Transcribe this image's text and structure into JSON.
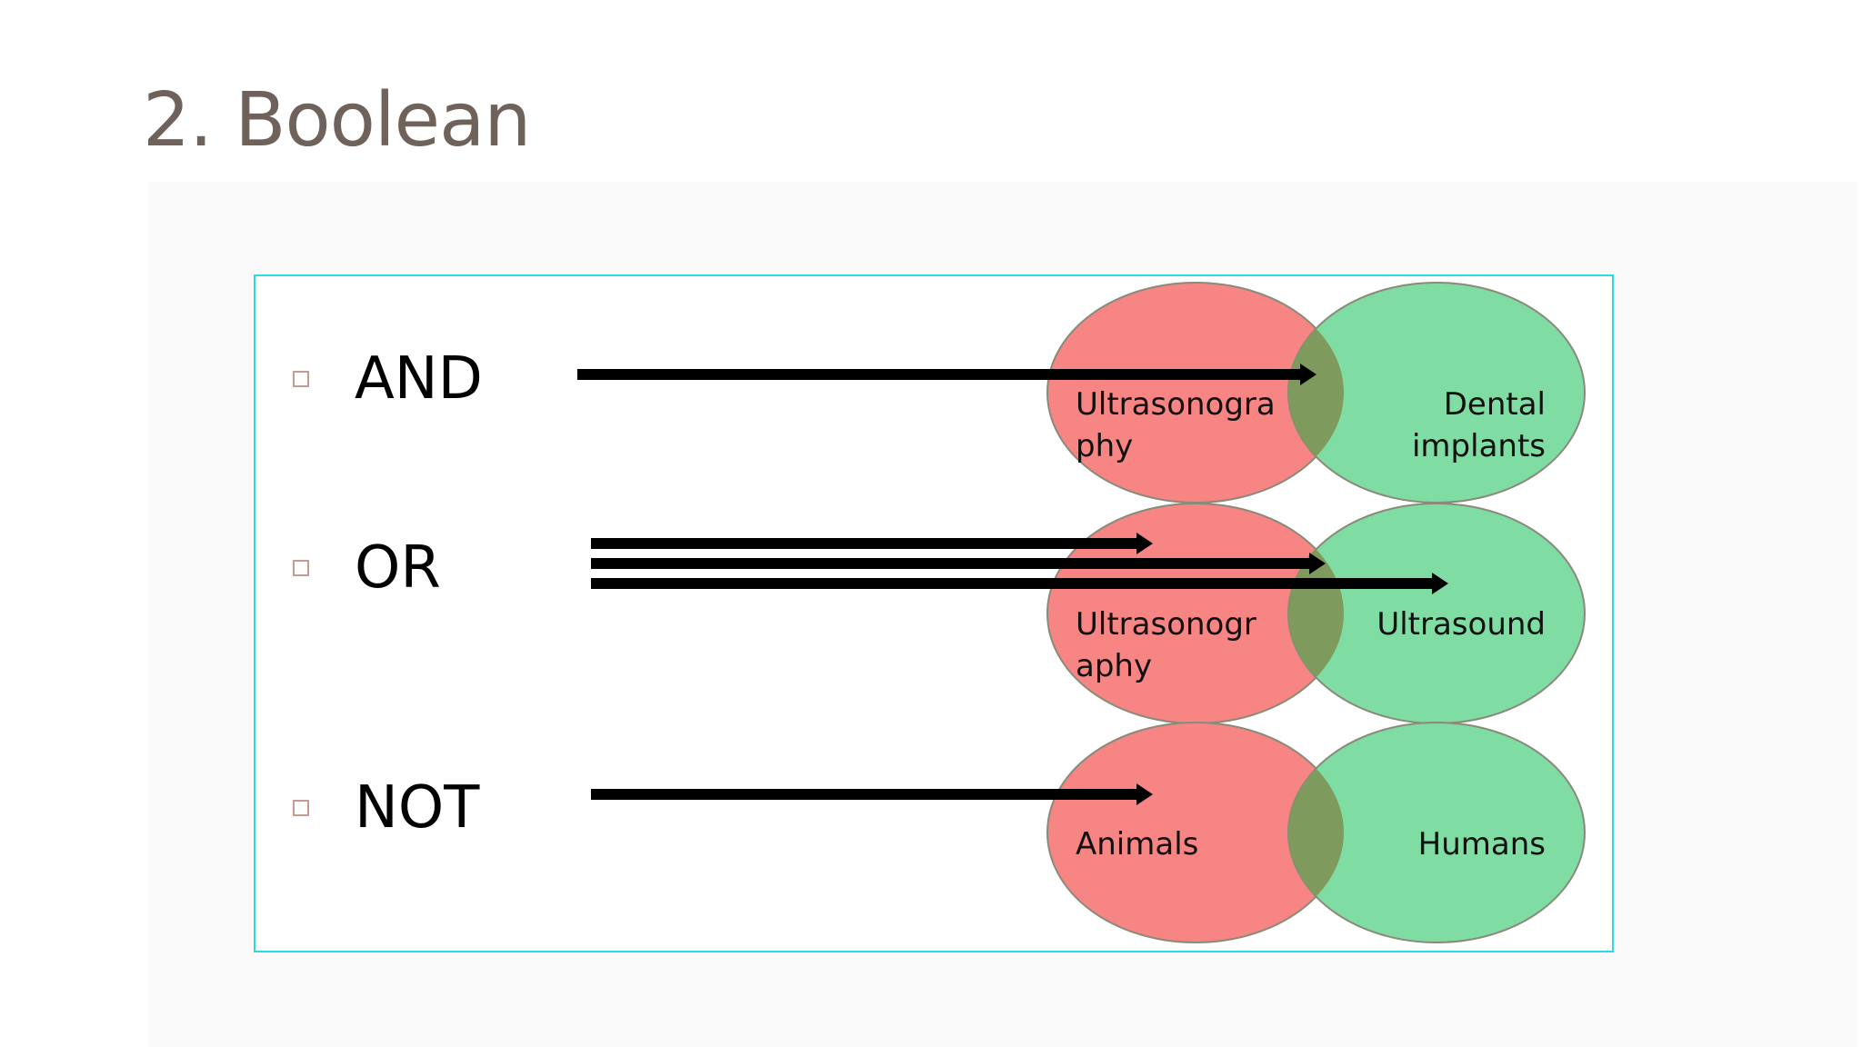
{
  "slide": {
    "title": "2. Boolean"
  },
  "operators": [
    {
      "label": "AND",
      "left_circle": [
        "Ultrasonogra",
        "phy"
      ],
      "right_circle": [
        "Dental",
        "implants"
      ]
    },
    {
      "label": "OR",
      "left_circle": [
        "Ultrasonogr",
        "aphy"
      ],
      "right_circle": [
        "Ultrasound"
      ]
    },
    {
      "label": "NOT",
      "left_circle": [
        "Animals"
      ],
      "right_circle": [
        "Humans"
      ]
    }
  ],
  "colors": {
    "left_circle": "#f78583",
    "right_circle": "#7fdca3",
    "overlap": "#7e9a5c",
    "frame_border": "#2fd9e3",
    "title": "#6f625b",
    "bullet": "#c99a8e"
  }
}
